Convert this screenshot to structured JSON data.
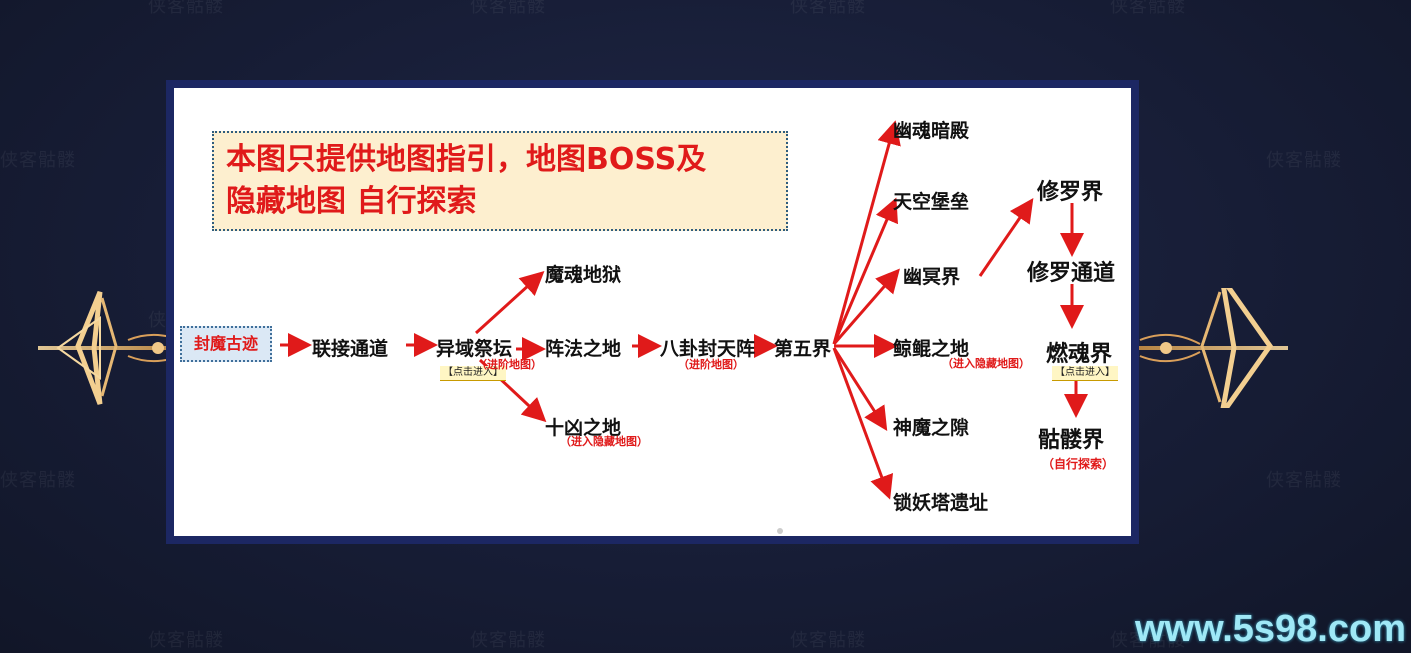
{
  "watermark": "侠客骷髅",
  "notice": {
    "line1": "本图只提供地图指引，地图BOSS及",
    "line2": "隐藏地图  自行探索"
  },
  "nodes": {
    "start": "封魔古迹",
    "lianjie": "联接通道",
    "yiyu": "异域祭坛",
    "mohun": "魔魂地狱",
    "zhenfa": "阵法之地",
    "shixiong": "十凶之地",
    "bagua": "八卦封天阵",
    "diwu": "第五界",
    "youhun": "幽魂暗殿",
    "tiankong": "天空堡垒",
    "youming": "幽冥界",
    "jingkun": "鲸鲲之地",
    "shenmo": "神魔之隙",
    "suoyao": "锁妖塔遗址",
    "xiuluo": "修罗界",
    "xiuluo_td": "修罗通道",
    "ranhun": "燃魂界",
    "kulou": "骷髅界"
  },
  "notes": {
    "advanced": "（进阶地图）",
    "hidden": "（进入隐藏地图）",
    "explore": "（自行探索）",
    "enter": "【点击进入】"
  },
  "site": "www.5s98.com",
  "colors": {
    "arrow": "#e01a1a",
    "frame": "#1c2763",
    "notice_bg": "#fdefcf"
  }
}
